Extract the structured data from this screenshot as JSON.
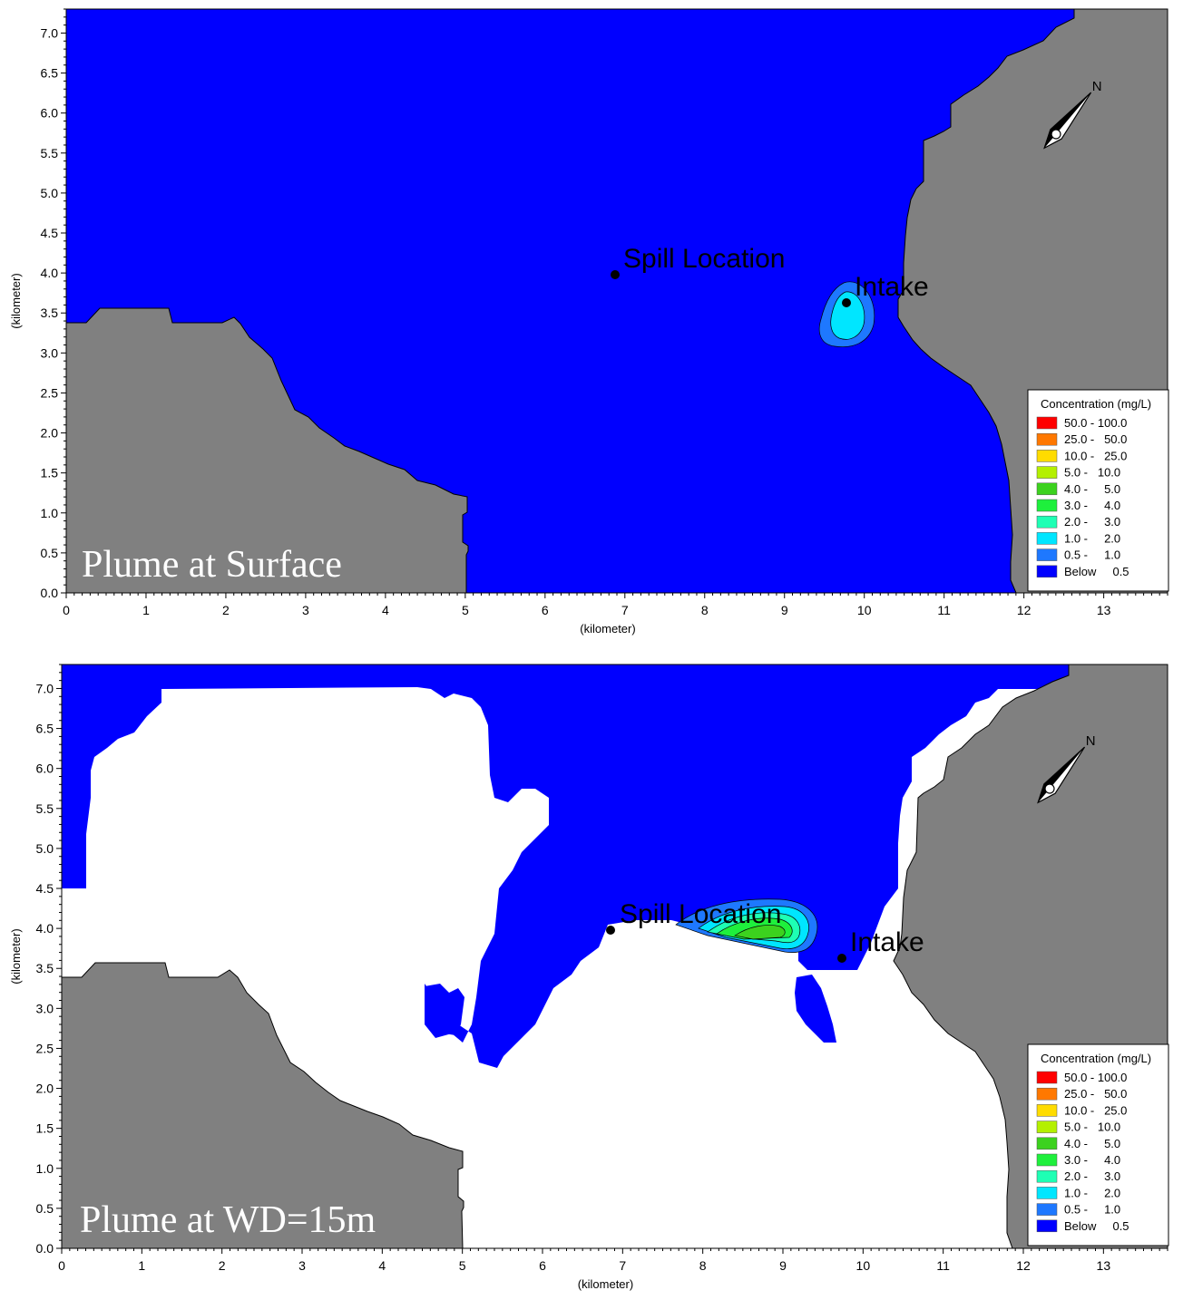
{
  "colors": {
    "water": "#0000ff",
    "land": "#808080",
    "dry": "#ffffff",
    "c_0_5_1": "#1e78ff",
    "c_1_2": "#00e6ff",
    "c_2_3": "#1effb4",
    "c_3_4": "#1ef03c",
    "c_4_5": "#3cd21e"
  },
  "legend": {
    "title": "Concentration (mg/L)",
    "entries": [
      {
        "label": "50.0 - 100.0",
        "color": "#ff0000"
      },
      {
        "label": "25.0 -   50.0",
        "color": "#ff7800"
      },
      {
        "label": "10.0 -   25.0",
        "color": "#ffdc00"
      },
      {
        "label": "5.0 -   10.0",
        "color": "#b4f000"
      },
      {
        "label": "4.0 -     5.0",
        "color": "#3cd21e"
      },
      {
        "label": "3.0 -     4.0",
        "color": "#1ef03c"
      },
      {
        "label": "2.0 -     3.0",
        "color": "#1effb4"
      },
      {
        "label": "1.0 -     2.0",
        "color": "#00e6ff"
      },
      {
        "label": "0.5 -     1.0",
        "color": "#1e78ff"
      },
      {
        "label": "Below     0.5",
        "color": "#0000ff"
      }
    ]
  },
  "axes": {
    "xlabel": "(kilometer)",
    "ylabel": "(kilometer)",
    "x_ticks": [
      "0",
      "1",
      "2",
      "3",
      "4",
      "5",
      "6",
      "7",
      "8",
      "9",
      "10",
      "11",
      "12",
      "13"
    ],
    "y_ticks": [
      "0.0",
      "0.5",
      "1.0",
      "1.5",
      "2.0",
      "2.5",
      "3.0",
      "3.5",
      "4.0",
      "4.5",
      "5.0",
      "5.5",
      "6.0",
      "6.5",
      "7.0"
    ],
    "xlim": [
      0,
      13.8
    ],
    "ylim": [
      0,
      7.3
    ]
  },
  "panels": [
    {
      "title": "Plume at Surface",
      "spill_label": "Spill Location",
      "intake_label": "Intake",
      "spill_point": [
        6.85,
        3.95
      ],
      "intake_point": [
        9.75,
        3.6
      ]
    },
    {
      "title": "Plume at WD=15m",
      "spill_label": "Spill Location",
      "intake_label": "Intake",
      "spill_point": [
        6.85,
        3.95
      ],
      "intake_point": [
        9.75,
        3.6
      ]
    }
  ],
  "compass": {
    "label": "N"
  }
}
